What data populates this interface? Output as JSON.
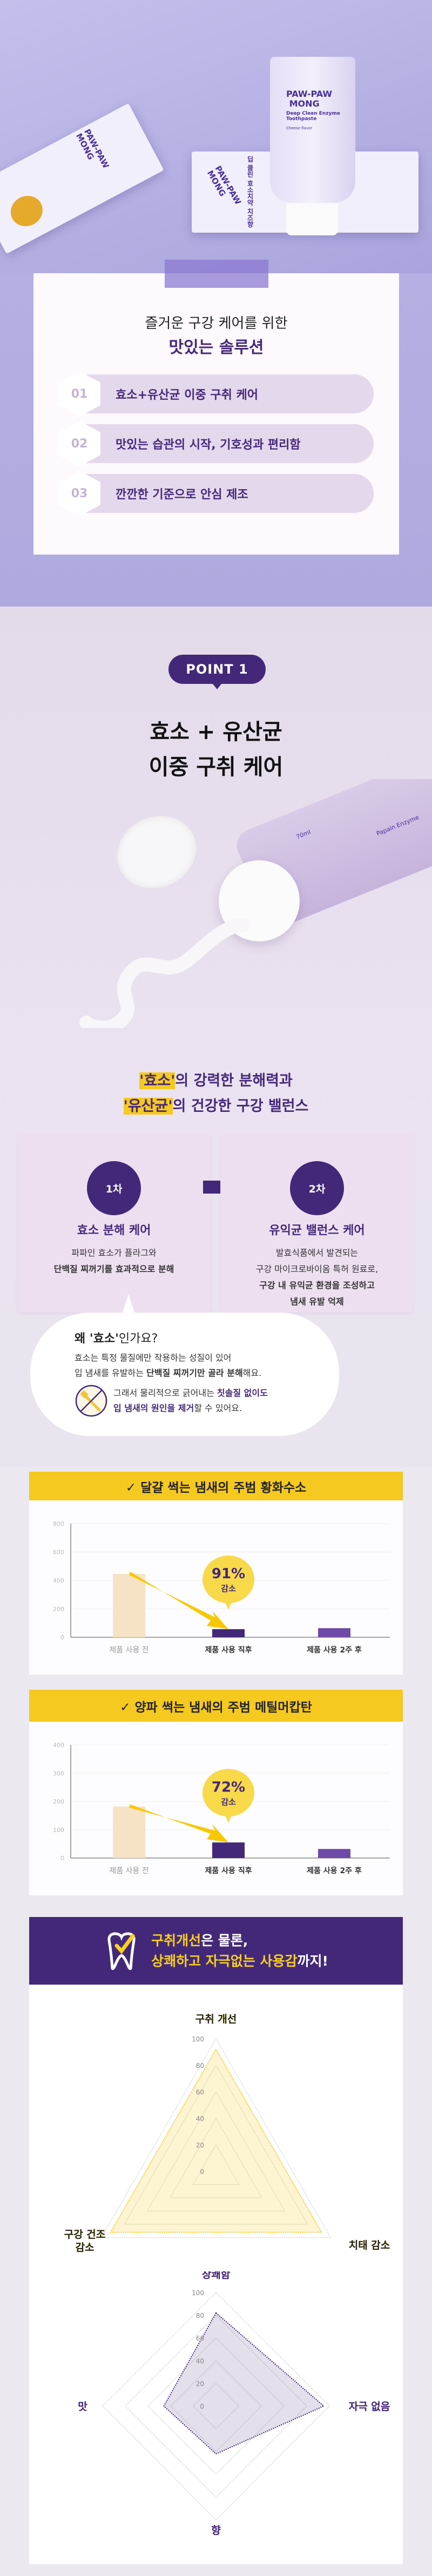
{
  "hero": {
    "brand_logo": "PAW-PAW MONG",
    "product_name": "Deep Clean Enzyme Toothpaste",
    "flavor": "Cheese flavor",
    "korean_name": "딥 클린 효소치약 치즈향"
  },
  "solution": {
    "title_line1": "즐거운 구강 케어를 위한",
    "title_line2": "맛있는 솔루션",
    "items": [
      {
        "num": "01",
        "text": "효소+유산균 이중 구취 케어"
      },
      {
        "num": "02",
        "text": "맛있는 습관의 시작, 기호성과 편리함"
      },
      {
        "num": "03",
        "text": "깐깐한 기준으로 안심 제조"
      }
    ]
  },
  "point1": {
    "badge": "POINT 1",
    "title_line1": "효소 + 유산균",
    "title_line2": "이중 구취 케어",
    "tube_volume": "70ml",
    "tube_label": "Papain Enzyme",
    "headline": {
      "line1_mark": "'효소'",
      "line1_rest": "의 강력한 분해력과",
      "line2_mark": "'유산균'",
      "line2_rest": "의 건강한 구강 밸런스"
    },
    "steps": [
      {
        "badge": "1차",
        "title": "효소 분해 케어",
        "lines": [
          "파파인 효소가 플라그와",
          "단백질 찌꺼기를 효과적으로 분해"
        ]
      },
      {
        "badge": "2차",
        "title": "유익균 밸런스 케어",
        "lines": [
          "발효식품에서 발견되는",
          "구강 마이크로바이옴 특허 원료로,",
          "구강 내 유익균 환경을 조성하고",
          "냄새 유발 억제"
        ]
      }
    ],
    "why": {
      "question_pre": "왜 ",
      "question_mark": "'효소'",
      "question_post": "인가요?",
      "line1": "효소는 특정 물질에만 작용하는 성질이 있어",
      "line2_pre": "입 냄새를 유발하는 ",
      "line2_bold": "단백질 찌꺼기만 골라 분해",
      "line2_post": "해요.",
      "line3_pre": "그래서 물리적으로 긁어내는 ",
      "line3_bold": "칫솔질 없이도",
      "line4_bold": "입 냄새의 원인을 제거",
      "line4_post": "할 수 있어요.",
      "icon": "no-toothbrush-icon"
    }
  },
  "colors": {
    "purple": "#43287a",
    "yellow": "#f5c91f",
    "before_bar": "#f6e2c4",
    "after_bar": "#43287a",
    "two_week_bar": "#6f4aa8"
  },
  "chart_data": [
    {
      "type": "bar",
      "title": "✓ 달걀 썩는 냄새의 주범 황화수소",
      "categories": [
        "제품 사용 전",
        "제품 사용 직후",
        "제품 사용 2주 후"
      ],
      "values": [
        446,
        57,
        64
      ],
      "ylim": [
        0,
        800
      ],
      "yticks": [
        0,
        200,
        400,
        600,
        800
      ],
      "annotation": {
        "value": "91%",
        "label": "감소"
      },
      "grid": true
    },
    {
      "type": "bar",
      "title": "✓ 양파 썩는 냄새의 주범 메틸머캅탄",
      "categories": [
        "제품 사용 전",
        "제품 사용 직후",
        "제품 사용 2주 후"
      ],
      "values": [
        182,
        55,
        32
      ],
      "ylim": [
        0,
        400
      ],
      "yticks": [
        0,
        100,
        200,
        300,
        400
      ],
      "annotation": {
        "value": "72%",
        "label": "감소"
      },
      "grid": true
    },
    {
      "type": "radar",
      "axes": [
        "구취 개선",
        "치태 감소",
        "구강 건조 감소"
      ],
      "values": [
        92,
        92,
        92
      ],
      "rlim": [
        0,
        100
      ],
      "ticks": [
        0,
        20,
        40,
        60,
        80,
        100
      ],
      "color": "#f5c91f"
    },
    {
      "type": "radar",
      "axes": [
        "상쾌함",
        "자극 없음",
        "향",
        "맛"
      ],
      "values": [
        82,
        95,
        42,
        46
      ],
      "rlim": [
        0,
        100
      ],
      "ticks": [
        0,
        20,
        40,
        60,
        80,
        100
      ],
      "color": "#43287a"
    }
  ],
  "sensory": {
    "banner_mark1": "구취개선",
    "banner_rest1": "은 물론,",
    "banner_mark2": "상쾌하고 자극없는 사용감",
    "banner_rest2": "까지!",
    "icon": "tooth-check-icon"
  }
}
